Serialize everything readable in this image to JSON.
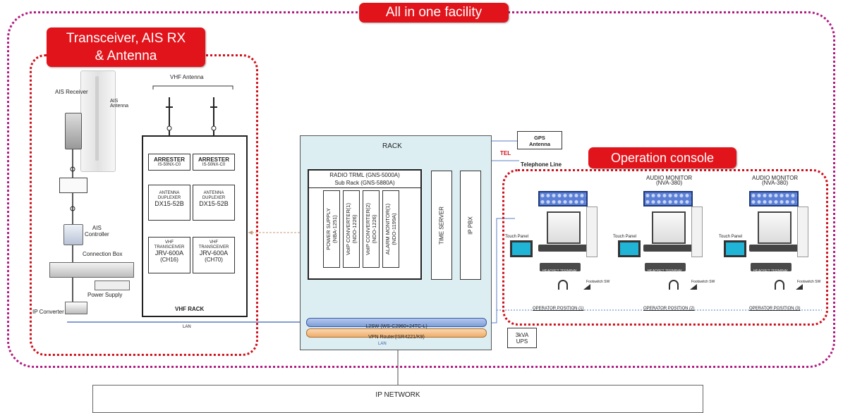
{
  "banners": {
    "facility": "All in one facility",
    "transceiver_line1": "Transceiver, AIS RX",
    "transceiver_line2": "& Antenna",
    "console": "Operation console"
  },
  "left_labels": {
    "ais_receiver": "AIS Receiver",
    "ais_antenna": "AIS\nAntenna",
    "ais_controller": "AIS\nController",
    "connection_box": "Connection Box",
    "power_supply": "Power Supply",
    "ip_converter": "IP Converter",
    "lan": "LAN"
  },
  "vhf": {
    "antenna_title": "VHF Antenna",
    "arrester_1": "ARRESTER",
    "arrester_1_model": "IS-50NX-C0",
    "arrester_2": "ARRESTER",
    "arrester_2_model": "IS-50NX-C0",
    "duplexer_1": "ANTENNA\nDUPLEXER",
    "duplexer_1_model": "DX15-52B",
    "duplexer_2": "ANTENNA\nDUPLEXER",
    "duplexer_2_model": "DX15-52B",
    "transceiver_1": "VHF\nTRANSCEIVER",
    "transceiver_1_model": "JRV-600A",
    "transceiver_1_ch": "(CH16)",
    "transceiver_2": "VHF\nTRANSCEIVER",
    "transceiver_2_model": "JRV-600A",
    "transceiver_2_ch": "(CH70)",
    "rack_label": "VHF RACK"
  },
  "rack": {
    "title": "RACK",
    "radio_line1": "RADIO TRML (GNS-5000A)",
    "radio_line2": "Sub Rack (GNS-5880A)",
    "modules": [
      "POWER SUPPLY\n(NBA-1251)",
      "VoIP CONVERTER(1)\n(NDO-1226)",
      "VoIP CONVERTER(2)\n(NDO-1226)",
      "ALARM MONITOR(1)\n(NDO-1199A)"
    ],
    "time_server": "TIME SERVER",
    "ip_pbx": "IP PBX",
    "l2sw": "L2SW (WS-C2960+24TC-L)",
    "vpn": "VPN Router(ISR4221/K9)",
    "lan": "LAN"
  },
  "external": {
    "gps": "GPS\nAntenna",
    "tel": "TEL",
    "telephone_line": "Telephone Line",
    "ups": "3kVA\nUPS"
  },
  "console": {
    "positions": [
      {
        "monitor": "",
        "touch": "Touch Panel",
        "terminal": "HEADSET TERMINAL",
        "footswitch": "Footswitch SW",
        "label": "OPERATOR POSITION (1)"
      },
      {
        "monitor": "AUDIO MONITOR\n(NVA-380)",
        "touch": "Touch Panel",
        "terminal": "HEADSET TERMINAL",
        "footswitch": "Footswitch SW",
        "label": "OPERATOR POSITION (2)"
      },
      {
        "monitor": "AUDIO MONITOR\n(NVA-380)",
        "touch": "Touch Panel",
        "terminal": "HEADSET TERMINAL",
        "footswitch": "Footswitch SW",
        "label": "OPERATOR POSITION (3)"
      }
    ]
  },
  "network": {
    "ip_network": "IP NETWORK"
  }
}
